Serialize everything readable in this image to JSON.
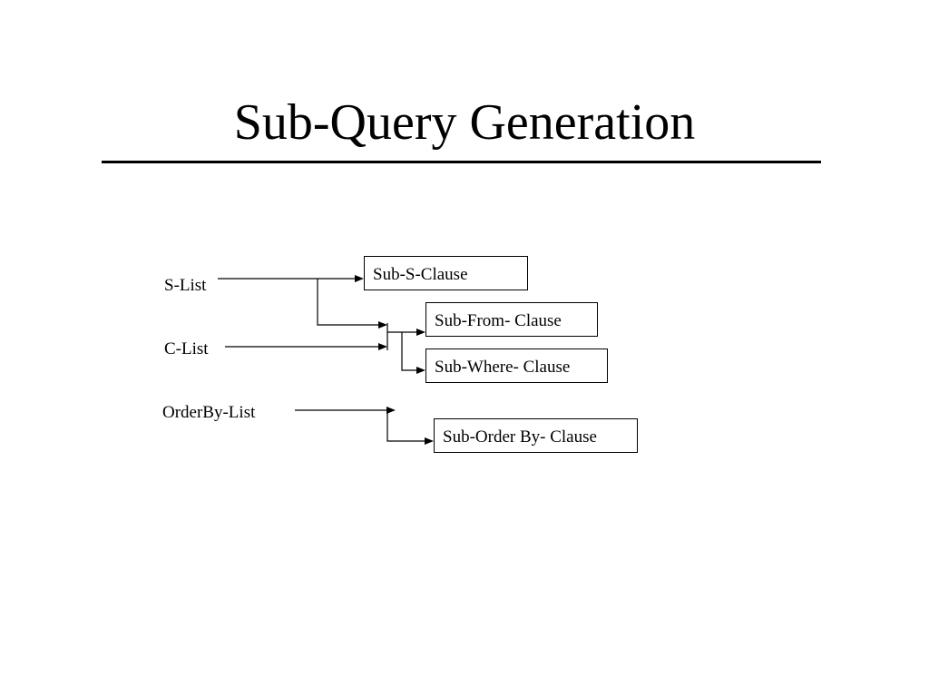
{
  "slide": {
    "title": "Sub-Query Generation"
  },
  "diagram": {
    "inputs": {
      "s_list": "S-List",
      "c_list": "C-List",
      "orderby_list": "OrderBy-List"
    },
    "outputs": {
      "sub_s_clause": "Sub-S-Clause",
      "sub_from_clause": "Sub-From- Clause",
      "sub_where_clause": "Sub-Where- Clause",
      "sub_orderby_clause": "Sub-Order By- Clause"
    }
  }
}
